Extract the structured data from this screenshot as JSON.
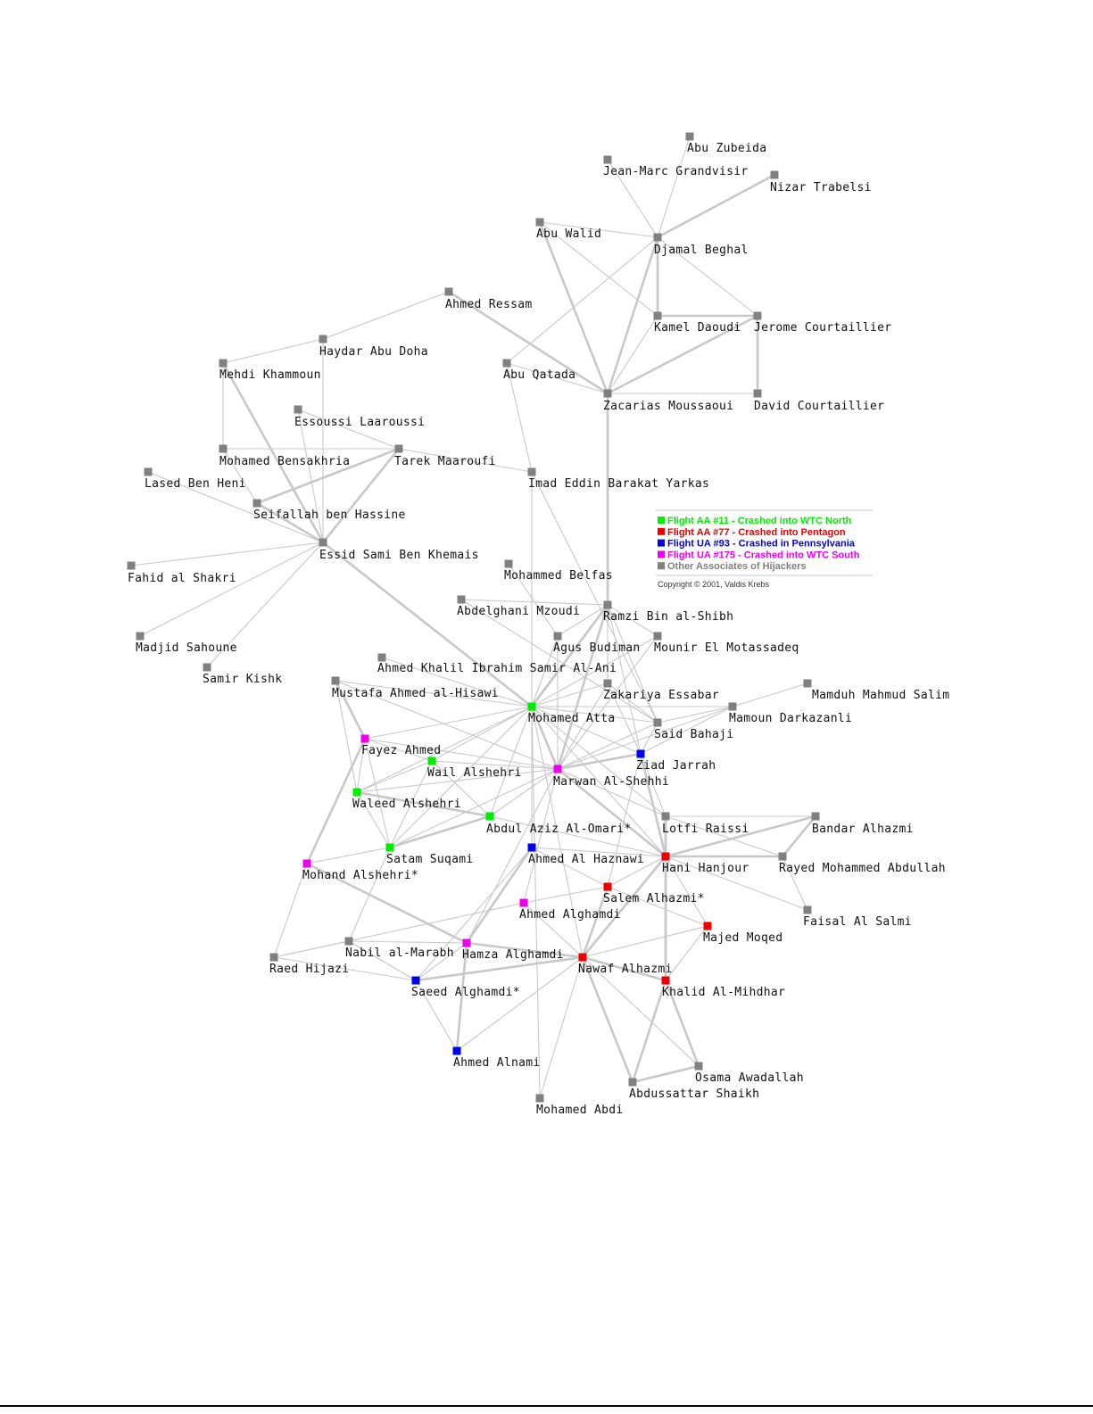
{
  "colors": {
    "aa11": "#00ee00",
    "aa77": "#ee0000",
    "ua93": "#0000ee",
    "ua175": "#ee00ee",
    "other": "#808080",
    "edge": "#c8c8c8"
  },
  "legend": {
    "items": [
      {
        "key": "aa11",
        "label": "Flight AA #11 - Crashed into WTC North"
      },
      {
        "key": "aa77",
        "label": "Flight AA #77 - Crashed into Pentagon"
      },
      {
        "key": "ua93",
        "label": "Flight UA #93 - Crashed in Pennsylvania"
      },
      {
        "key": "ua175",
        "label": "Flight UA #175 - Crashed into WTC South"
      },
      {
        "key": "other",
        "label": "Other Associates of Hijackers"
      }
    ],
    "copyright": "Copyright © 2001, Valdis Krebs"
  },
  "nodes": [
    {
      "id": "abu_zubeida",
      "label": "Abu Zubeida",
      "group": "other"
    },
    {
      "id": "jean_marc",
      "label": "Jean-Marc Grandvisir",
      "group": "other"
    },
    {
      "id": "nizar",
      "label": "Nizar Trabelsi",
      "group": "other"
    },
    {
      "id": "abu_walid",
      "label": "Abu Walid",
      "group": "other"
    },
    {
      "id": "djamal",
      "label": "Djamal Beghal",
      "group": "other"
    },
    {
      "id": "ahmed_ressam",
      "label": "Ahmed Ressam",
      "group": "other"
    },
    {
      "id": "kamel",
      "label": "Kamel Daoudi",
      "group": "other"
    },
    {
      "id": "jerome",
      "label": "Jerome Courtaillier",
      "group": "other"
    },
    {
      "id": "haydar",
      "label": "Haydar Abu Doha",
      "group": "other"
    },
    {
      "id": "mehdi",
      "label": "Mehdi Khammoun",
      "group": "other"
    },
    {
      "id": "abu_qatada",
      "label": "Abu Qatada",
      "group": "other"
    },
    {
      "id": "zacarias",
      "label": "Zacarias Moussaoui",
      "group": "other"
    },
    {
      "id": "david",
      "label": "David Courtaillier",
      "group": "other"
    },
    {
      "id": "essoussi",
      "label": "Essoussi Laaroussi",
      "group": "other"
    },
    {
      "id": "mohamed_bensakhria",
      "label": "Mohamed Bensakhria",
      "group": "other"
    },
    {
      "id": "tarek",
      "label": "Tarek Maaroufi",
      "group": "other"
    },
    {
      "id": "lased",
      "label": "Lased Ben Heni",
      "group": "other"
    },
    {
      "id": "imad",
      "label": "Imad Eddin Barakat Yarkas",
      "group": "other"
    },
    {
      "id": "seifallah",
      "label": "Seifallah ben Hassine",
      "group": "other"
    },
    {
      "id": "essid",
      "label": "Essid Sami Ben Khemais",
      "group": "other"
    },
    {
      "id": "fahid",
      "label": "Fahid al Shakri",
      "group": "other"
    },
    {
      "id": "mohammed_belfas",
      "label": "Mohammed Belfas",
      "group": "other"
    },
    {
      "id": "abdelghani",
      "label": "Abdelghani Mzoudi",
      "group": "other"
    },
    {
      "id": "ramzi",
      "label": "Ramzi Bin al-Shibh",
      "group": "other"
    },
    {
      "id": "madjid",
      "label": "Madjid Sahoune",
      "group": "other"
    },
    {
      "id": "agus",
      "label": "Agus Budiman",
      "group": "other"
    },
    {
      "id": "mounir",
      "label": "Mounir El Motassadeq",
      "group": "other"
    },
    {
      "id": "ahmed_khalil",
      "label": "Ahmed Khalil Ibrahim Samir Al-Ani",
      "group": "other"
    },
    {
      "id": "samir",
      "label": "Samir Kishk",
      "group": "other"
    },
    {
      "id": "mustafa",
      "label": "Mustafa Ahmed al-Hisawi",
      "group": "other"
    },
    {
      "id": "zakariya",
      "label": "Zakariya Essabar",
      "group": "other"
    },
    {
      "id": "mamduh",
      "label": "Mamduh Mahmud Salim",
      "group": "other"
    },
    {
      "id": "mohamed_atta",
      "label": "Mohamed Atta",
      "group": "aa11"
    },
    {
      "id": "mamoun",
      "label": "Mamoun Darkazanli",
      "group": "other"
    },
    {
      "id": "said",
      "label": "Said Bahaji",
      "group": "other"
    },
    {
      "id": "fayez",
      "label": "Fayez Ahmed",
      "group": "ua175"
    },
    {
      "id": "ziad",
      "label": "Ziad Jarrah",
      "group": "ua93"
    },
    {
      "id": "wail",
      "label": "Wail Alshehri",
      "group": "aa11"
    },
    {
      "id": "marwan",
      "label": "Marwan Al-Shehhi",
      "group": "ua175"
    },
    {
      "id": "waleed",
      "label": "Waleed Alshehri",
      "group": "aa11"
    },
    {
      "id": "abdul_aziz",
      "label": "Abdul Aziz Al-Omari*",
      "group": "aa11"
    },
    {
      "id": "lotfi",
      "label": "Lotfi Raissi",
      "group": "other"
    },
    {
      "id": "bandar",
      "label": "Bandar Alhazmi",
      "group": "other"
    },
    {
      "id": "satam",
      "label": "Satam Suqami",
      "group": "aa11"
    },
    {
      "id": "ahmed_haznawi",
      "label": "Ahmed Al Haznawi",
      "group": "ua93"
    },
    {
      "id": "hani",
      "label": "Hani Hanjour",
      "group": "aa77"
    },
    {
      "id": "rayed",
      "label": "Rayed Mohammed Abdullah",
      "group": "other"
    },
    {
      "id": "mohand",
      "label": "Mohand Alshehri*",
      "group": "ua175"
    },
    {
      "id": "salem",
      "label": "Salem Alhazmi*",
      "group": "aa77"
    },
    {
      "id": "faisal",
      "label": "Faisal Al Salmi",
      "group": "other"
    },
    {
      "id": "ahmed_alghamdi",
      "label": "Ahmed Alghamdi",
      "group": "ua175"
    },
    {
      "id": "majed",
      "label": "Majed Moqed",
      "group": "aa77"
    },
    {
      "id": "nabil",
      "label": "Nabil al-Marabh",
      "group": "other"
    },
    {
      "id": "hamza",
      "label": "Hamza Alghamdi",
      "group": "ua175"
    },
    {
      "id": "raed",
      "label": "Raed Hijazi",
      "group": "other"
    },
    {
      "id": "nawaf",
      "label": "Nawaf Alhazmi",
      "group": "aa77"
    },
    {
      "id": "saeed",
      "label": "Saeed Alghamdi*",
      "group": "ua93"
    },
    {
      "id": "khalid",
      "label": "Khalid Al-Mihdhar",
      "group": "aa77"
    },
    {
      "id": "ahmed_alnami",
      "label": "Ahmed Alnami",
      "group": "ua93"
    },
    {
      "id": "osama",
      "label": "Osama Awadallah",
      "group": "other"
    },
    {
      "id": "abdussattar",
      "label": "Abdussattar Shaikh",
      "group": "other"
    },
    {
      "id": "mohamed_abdi",
      "label": "Mohamed Abdi",
      "group": "other"
    }
  ],
  "edges": [
    [
      "abu_zubeida",
      "djamal"
    ],
    [
      "jean_marc",
      "djamal"
    ],
    [
      "nizar",
      "djamal"
    ],
    [
      "abu_walid",
      "djamal"
    ],
    [
      "abu_walid",
      "kamel"
    ],
    [
      "abu_walid",
      "zacarias"
    ],
    [
      "djamal",
      "kamel"
    ],
    [
      "djamal",
      "jerome"
    ],
    [
      "djamal",
      "zacarias"
    ],
    [
      "djamal",
      "abu_qatada"
    ],
    [
      "kamel",
      "zacarias"
    ],
    [
      "kamel",
      "jerome"
    ],
    [
      "jerome",
      "zacarias"
    ],
    [
      "jerome",
      "david"
    ],
    [
      "david",
      "zacarias"
    ],
    [
      "abu_qatada",
      "zacarias"
    ],
    [
      "abu_qatada",
      "imad"
    ],
    [
      "ahmed_ressam",
      "zacarias"
    ],
    [
      "ahmed_ressam",
      "haydar"
    ],
    [
      "haydar",
      "mehdi"
    ],
    [
      "haydar",
      "essid"
    ],
    [
      "mehdi",
      "mohamed_bensakhria"
    ],
    [
      "mehdi",
      "essid"
    ],
    [
      "mohamed_bensakhria",
      "tarek"
    ],
    [
      "mohamed_bensakhria",
      "seifallah"
    ],
    [
      "essoussi",
      "tarek"
    ],
    [
      "essoussi",
      "essid"
    ],
    [
      "tarek",
      "essid"
    ],
    [
      "tarek",
      "seifallah"
    ],
    [
      "tarek",
      "imad"
    ],
    [
      "lased",
      "essid"
    ],
    [
      "seifallah",
      "essid"
    ],
    [
      "fahid",
      "essid"
    ],
    [
      "madjid",
      "essid"
    ],
    [
      "samir",
      "essid"
    ],
    [
      "essid",
      "mohamed_atta"
    ],
    [
      "imad",
      "mohamed_atta"
    ],
    [
      "imad",
      "said"
    ],
    [
      "zacarias",
      "ramzi"
    ],
    [
      "zacarias",
      "mohamed_belfas"
    ],
    [
      "mohammed_belfas",
      "agus"
    ],
    [
      "abdelghani",
      "ramzi"
    ],
    [
      "abdelghani",
      "said"
    ],
    [
      "ramzi",
      "mohamed_atta"
    ],
    [
      "ramzi",
      "marwan"
    ],
    [
      "ramzi",
      "ziad"
    ],
    [
      "ramzi",
      "said"
    ],
    [
      "ramzi",
      "zakariya"
    ],
    [
      "ramzi",
      "agus"
    ],
    [
      "ramzi",
      "mounir"
    ],
    [
      "ramzi",
      "mohamed_atta"
    ],
    [
      "agus",
      "mohamed_atta"
    ],
    [
      "agus",
      "marwan"
    ],
    [
      "mounir",
      "mohamed_atta"
    ],
    [
      "mounir",
      "marwan"
    ],
    [
      "ahmed_khalil",
      "mohamed_atta"
    ],
    [
      "mustafa",
      "mohamed_atta"
    ],
    [
      "mustafa",
      "marwan"
    ],
    [
      "mustafa",
      "fayez"
    ],
    [
      "mustafa",
      "waleed"
    ],
    [
      "zakariya",
      "mohamed_atta"
    ],
    [
      "zakariya",
      "marwan"
    ],
    [
      "zakariya",
      "said"
    ],
    [
      "zakariya",
      "ziad"
    ],
    [
      "mamduh",
      "mamoun"
    ],
    [
      "mamoun",
      "mohamed_atta"
    ],
    [
      "mamoun",
      "marwan"
    ],
    [
      "mamoun",
      "said"
    ],
    [
      "mamoun",
      "ziad"
    ],
    [
      "said",
      "mohamed_atta"
    ],
    [
      "said",
      "marwan"
    ],
    [
      "said",
      "ziad"
    ],
    [
      "mohamed_atta",
      "marwan"
    ],
    [
      "mohamed_atta",
      "ziad"
    ],
    [
      "mohamed_atta",
      "fayez"
    ],
    [
      "mohamed_atta",
      "wail"
    ],
    [
      "mohamed_atta",
      "waleed"
    ],
    [
      "mohamed_atta",
      "abdul_aziz"
    ],
    [
      "mohamed_atta",
      "satam"
    ],
    [
      "mohamed_atta",
      "hani"
    ],
    [
      "mohamed_atta",
      "nawaf"
    ],
    [
      "mohamed_atta",
      "ahmed_haznawi"
    ],
    [
      "mohamed_atta",
      "lotfi"
    ],
    [
      "mohamed_atta",
      "mohamed_abdi"
    ],
    [
      "marwan",
      "ziad"
    ],
    [
      "marwan",
      "fayez"
    ],
    [
      "marwan",
      "wail"
    ],
    [
      "marwan",
      "waleed"
    ],
    [
      "marwan",
      "satam"
    ],
    [
      "marwan",
      "abdul_aziz"
    ],
    [
      "marwan",
      "ahmed_alghamdi"
    ],
    [
      "marwan",
      "hamza"
    ],
    [
      "marwan",
      "lotfi"
    ],
    [
      "marwan",
      "hani"
    ],
    [
      "ziad",
      "lotfi"
    ],
    [
      "ziad",
      "hani"
    ],
    [
      "ziad",
      "salem"
    ],
    [
      "fayez",
      "wail"
    ],
    [
      "fayez",
      "waleed"
    ],
    [
      "fayez",
      "satam"
    ],
    [
      "fayez",
      "mohand"
    ],
    [
      "wail",
      "waleed"
    ],
    [
      "wail",
      "satam"
    ],
    [
      "wail",
      "abdul_aziz"
    ],
    [
      "waleed",
      "satam"
    ],
    [
      "waleed",
      "abdul_aziz"
    ],
    [
      "satam",
      "abdul_aziz"
    ],
    [
      "satam",
      "mohand"
    ],
    [
      "satam",
      "nabil"
    ],
    [
      "abdul_aziz",
      "hani"
    ],
    [
      "lotfi",
      "hani"
    ],
    [
      "lotfi",
      "bandar"
    ],
    [
      "lotfi",
      "rayed"
    ],
    [
      "lotfi",
      "khalid"
    ],
    [
      "hani",
      "bandar"
    ],
    [
      "hani",
      "rayed"
    ],
    [
      "hani",
      "faisal"
    ],
    [
      "hani",
      "salem"
    ],
    [
      "hani",
      "nawaf"
    ],
    [
      "hani",
      "majed"
    ],
    [
      "hani",
      "khalid"
    ],
    [
      "hani",
      "ahmed_haznawi"
    ],
    [
      "rayed",
      "bandar"
    ],
    [
      "rayed",
      "faisal"
    ],
    [
      "ahmed_haznawi",
      "hamza"
    ],
    [
      "ahmed_haznawi",
      "saeed"
    ],
    [
      "ahmed_haznawi",
      "salem"
    ],
    [
      "mohand",
      "hamza"
    ],
    [
      "mohand",
      "raed"
    ],
    [
      "salem",
      "nawaf"
    ],
    [
      "salem",
      "majed"
    ],
    [
      "salem",
      "ahmed_alghamdi"
    ],
    [
      "ahmed_alghamdi",
      "nawaf"
    ],
    [
      "ahmed_alghamdi",
      "raed"
    ],
    [
      "majed",
      "nawaf"
    ],
    [
      "majed",
      "khalid"
    ],
    [
      "nabil",
      "hamza"
    ],
    [
      "nabil",
      "saeed"
    ],
    [
      "nabil",
      "raed"
    ],
    [
      "hamza",
      "nawaf"
    ],
    [
      "hamza",
      "saeed"
    ],
    [
      "hamza",
      "ahmed_alnami"
    ],
    [
      "raed",
      "saeed"
    ],
    [
      "nawaf",
      "saeed"
    ],
    [
      "nawaf",
      "khalid"
    ],
    [
      "nawaf",
      "ahmed_alnami"
    ],
    [
      "nawaf",
      "osama"
    ],
    [
      "nawaf",
      "abdussattar"
    ],
    [
      "nawaf",
      "mohamed_abdi"
    ],
    [
      "saeed",
      "ahmed_alnami"
    ],
    [
      "khalid",
      "osama"
    ],
    [
      "khalid",
      "abdussattar"
    ],
    [
      "osama",
      "abdussattar"
    ]
  ]
}
